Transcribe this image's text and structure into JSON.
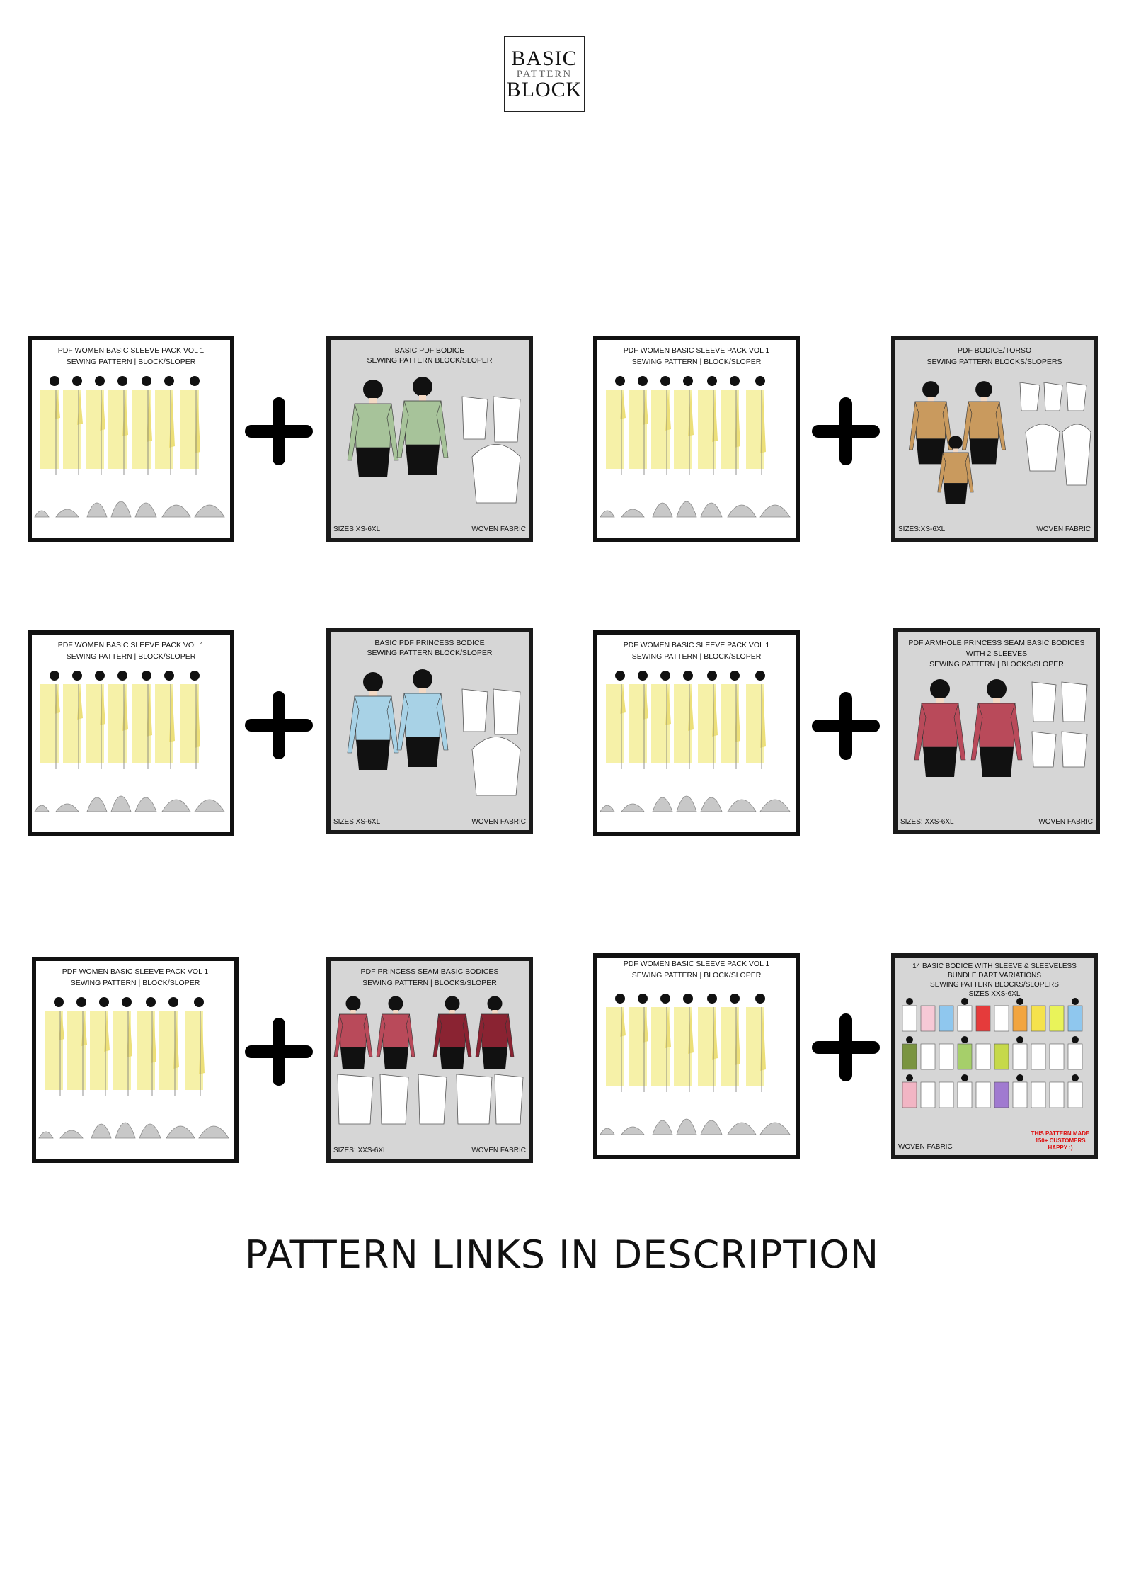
{
  "logo": {
    "line1": "BASIC",
    "line2": "PATTERN",
    "line3": "BLOCK"
  },
  "colors": {
    "sleeve_yellow": "#f6f1a8",
    "bodice_bg": "#d6d6d6",
    "green": "#a7c39a",
    "tan": "#c99a5e",
    "blue": "#a8d2e6",
    "rose": "#b94a5a",
    "maroon": "#8a2332"
  },
  "rows": [
    {
      "sleeve": {
        "line1": "PDF WOMEN BASIC SLEEVE  PACK VOL 1",
        "line2": "SEWING PATTERN | BLOCK/SLOPER"
      },
      "bodice": {
        "line1": "BASIC PDF  BODICE",
        "line2": "SEWING PATTERN BLOCK/SLOPER",
        "line3": "",
        "size": "SIZES XS-6XL",
        "fabric": "WOVEN FABRIC"
      }
    },
    {
      "sleeve": {
        "line1": "PDF WOMEN BASIC SLEEVE  PACK VOL 1",
        "line2": "SEWING PATTERN | BLOCK/SLOPER"
      },
      "bodice": {
        "line1": "PDF BODICE/TORSO",
        "line2": "SEWING PATTERN BLOCKS/SLOPERS",
        "line3": "",
        "size": "SIZES:XS-6XL",
        "fabric": "WOVEN FABRIC"
      }
    },
    {
      "sleeve": {
        "line1": "PDF WOMEN BASIC SLEEVE  PACK VOL 1",
        "line2": "SEWING PATTERN | BLOCK/SLOPER"
      },
      "bodice": {
        "line1": "BASIC PDF PRINCESS  BODICE",
        "line2": "SEWING PATTERN BLOCK/SLOPER",
        "line3": "",
        "size": "SIZES XS-6XL",
        "fabric": "WOVEN FABRIC"
      }
    },
    {
      "sleeve": {
        "line1": "PDF WOMEN BASIC SLEEVE  PACK VOL 1",
        "line2": "SEWING PATTERN | BLOCK/SLOPER"
      },
      "bodice": {
        "line1": "PDF ARMHOLE PRINCESS SEAM BASIC BODICES",
        "line2": "WITH 2 SLEEVES",
        "line3": "SEWING PATTERN | BLOCKS/SLOPER",
        "size": "SIZES: XXS-6XL",
        "fabric": "WOVEN FABRIC"
      }
    },
    {
      "sleeve": {
        "line1": "PDF WOMEN BASIC SLEEVE  PACK VOL 1",
        "line2": "SEWING PATTERN | BLOCK/SLOPER"
      },
      "bodice": {
        "line1": "PDF PRINCESS SEAM BASIC BODICES",
        "line2": "SEWING PATTERN | BLOCKS/SLOPER",
        "line3": "",
        "size": "SIZES: XXS-6XL",
        "fabric": "WOVEN FABRIC"
      }
    },
    {
      "sleeve": {
        "line1": "PDF WOMEN BASIC SLEEVE  PACK VOL 1",
        "line2": "SEWING PATTERN | BLOCK/SLOPER"
      },
      "bodice": {
        "line1": "14 BASIC BODICE WITH SLEEVE & SLEEVELESS",
        "line2": "BUNDLE DART VARIATIONS",
        "line3": "SEWING PATTERN BLOCKS/SLOPERS",
        "line4": "SIZES XXS-6XL",
        "size": "",
        "fabric": "WOVEN FABRIC",
        "badge": "THIS PATTERN MADE 150+ CUSTOMERS HAPPY :)"
      }
    }
  ],
  "footer": "PATTERN LINKS IN DESCRIPTION"
}
